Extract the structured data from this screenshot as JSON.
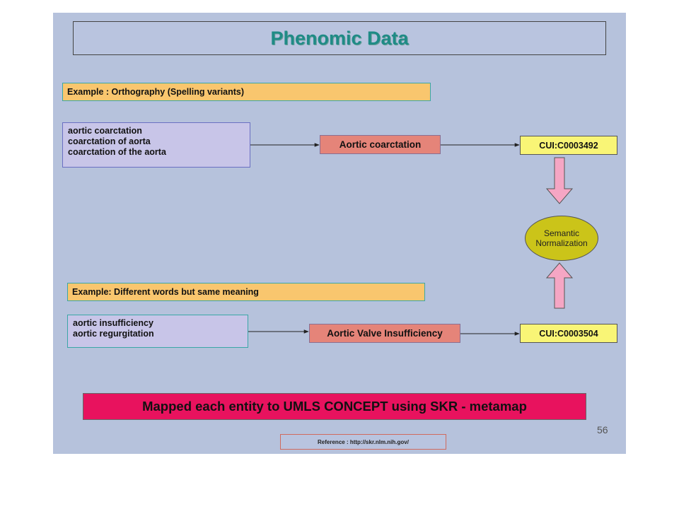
{
  "slide": {
    "title": "Phenomic Data",
    "example1": {
      "label": "Example :  Orthography (Spelling variants)",
      "variants": [
        "aortic coarctation",
        "coarctation of aorta",
        "coarctation of the aorta"
      ],
      "concept": "Aortic coarctation",
      "cui": "CUI:C0003492"
    },
    "normalization": {
      "line1": "Semantic",
      "line2": "Normalization"
    },
    "example2": {
      "label": "Example: Different words but same meaning",
      "variants": [
        "aortic insufficiency",
        "aortic regurgitation"
      ],
      "concept": "Aortic Valve Insufficiency",
      "cui": "CUI:C0003504"
    },
    "banner": "Mapped each entity to UMLS CONCEPT using SKR - metamap",
    "page_number": "56",
    "reference": "Reference : http://skr.nlm.nih.gov/"
  },
  "colors": {
    "slide_bg": "#b6c2dc",
    "title_text": "#1f8b86",
    "example_label_bg": "#f9c66e",
    "variants_bg": "#c8c5e8",
    "concept_bg": "#e58479",
    "cui_bg": "#f9f576",
    "oval_bg": "#cbc419",
    "arrow_fill": "#f5a6c4",
    "banner_bg": "#e8125e"
  }
}
